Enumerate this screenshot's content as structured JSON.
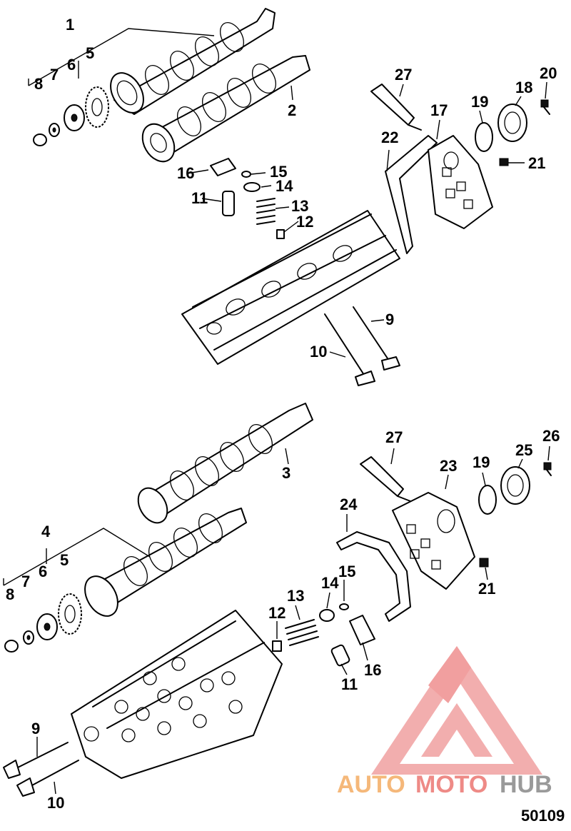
{
  "figure_number": "50109",
  "watermark": {
    "brand_auto": "AUTO",
    "brand_moto": "MOTO",
    "brand_hub": "HUB",
    "colors": {
      "auto": "#f5b87a",
      "moto": "#ee8a86",
      "hub": "#9a9a9a",
      "logo": "#ef8f8f"
    }
  },
  "callouts": {
    "top": [
      "1",
      "2",
      "5",
      "6",
      "7",
      "8",
      "27",
      "22",
      "17",
      "19",
      "18",
      "20",
      "21",
      "16",
      "15",
      "14",
      "11",
      "13",
      "12",
      "9",
      "10"
    ],
    "bottom": [
      "3",
      "27",
      "26",
      "25",
      "19",
      "23",
      "24",
      "4",
      "5",
      "6",
      "7",
      "8",
      "21",
      "14",
      "15",
      "13",
      "12",
      "16",
      "11",
      "9",
      "10"
    ]
  }
}
